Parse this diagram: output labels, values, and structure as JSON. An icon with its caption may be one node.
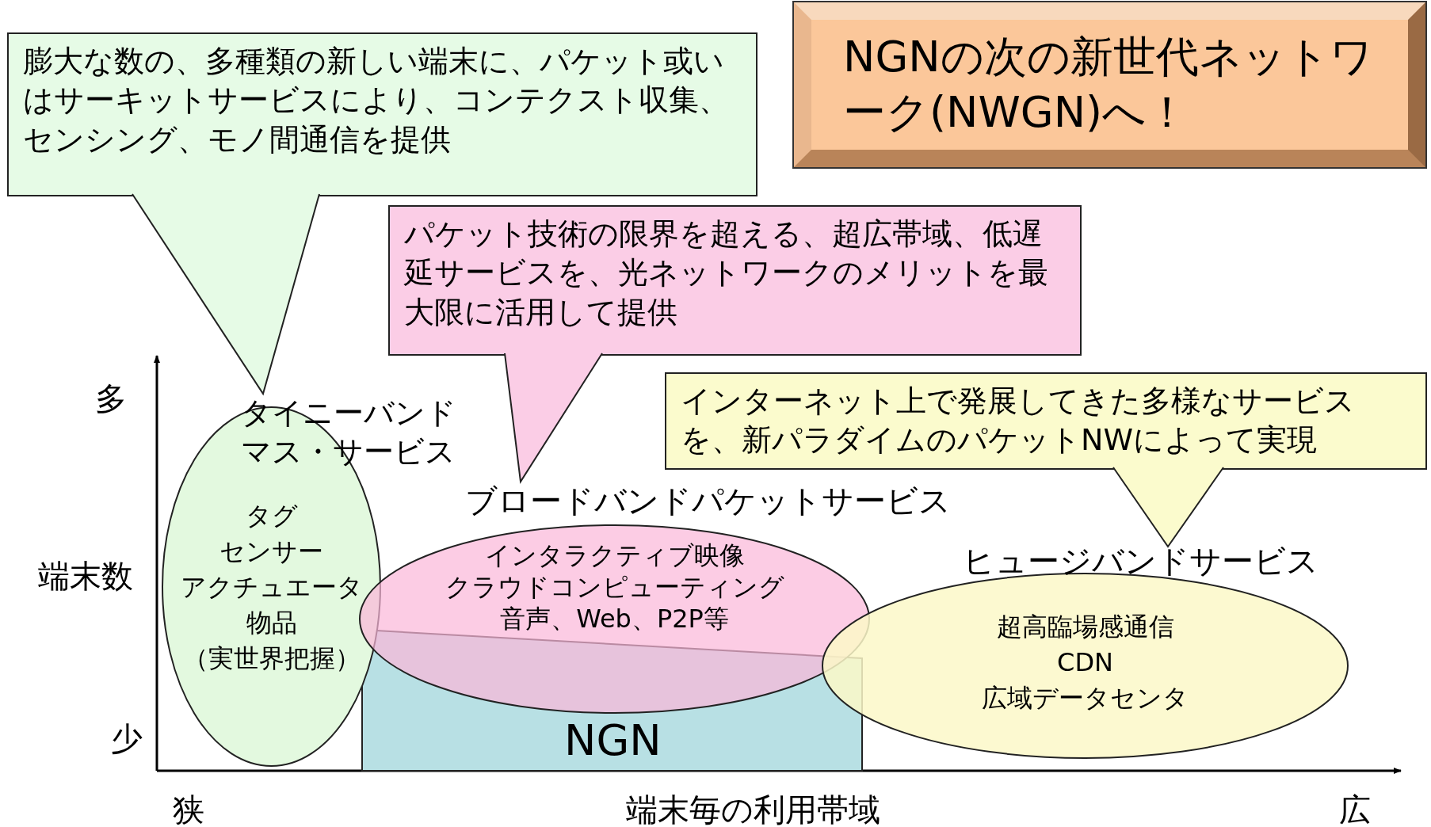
{
  "diagram": {
    "nodes": [
      {
        "text": [
          "膨大な数の、多種類の新しい端末に、パケット或いはサーキットサービスにより、コンテクスト収集、センシング、モノ間通信を提供"
        ]
      },
      {
        "text": [
          "NGNの次の新世代ネットワーク(NWGN)へ！"
        ]
      },
      {
        "text": [
          "パケット技術の限界を超える、超広帯域、低遅延サービスを、光ネットワークのメリットを最大限に活用して提供"
        ]
      },
      {
        "text": [
          "インターネット上で発展してきた多様なサービスを、新パラダイムのパケットNWによって実現"
        ]
      },
      {
        "text": [
          "タイニーバンドマス・サービス",
          "タグ",
          "センサー",
          "アクチュエータ",
          "物品",
          "（実世界把握）"
        ]
      },
      {
        "text": [
          "ブロードバンドパケットサービス",
          "インタラクティブ映像",
          "クラウドコンピューティング",
          "音声、Web、P2P等"
        ]
      },
      {
        "text": [
          "NGN"
        ]
      },
      {
        "text": [
          "ヒュージバンドサービス",
          "超高臨場感通信",
          "CDN",
          "広域データセンタ"
        ]
      }
    ],
    "edges": [
      {
        "from": 0,
        "to": 4,
        "arrow": "to"
      },
      {
        "from": 2,
        "to": 5,
        "arrow": "to"
      },
      {
        "from": 3,
        "to": 7,
        "arrow": "to"
      }
    ],
    "labels": [
      "多",
      "端末数",
      "少",
      "狭",
      "端末毎の利用帯域",
      "広"
    ]
  }
}
